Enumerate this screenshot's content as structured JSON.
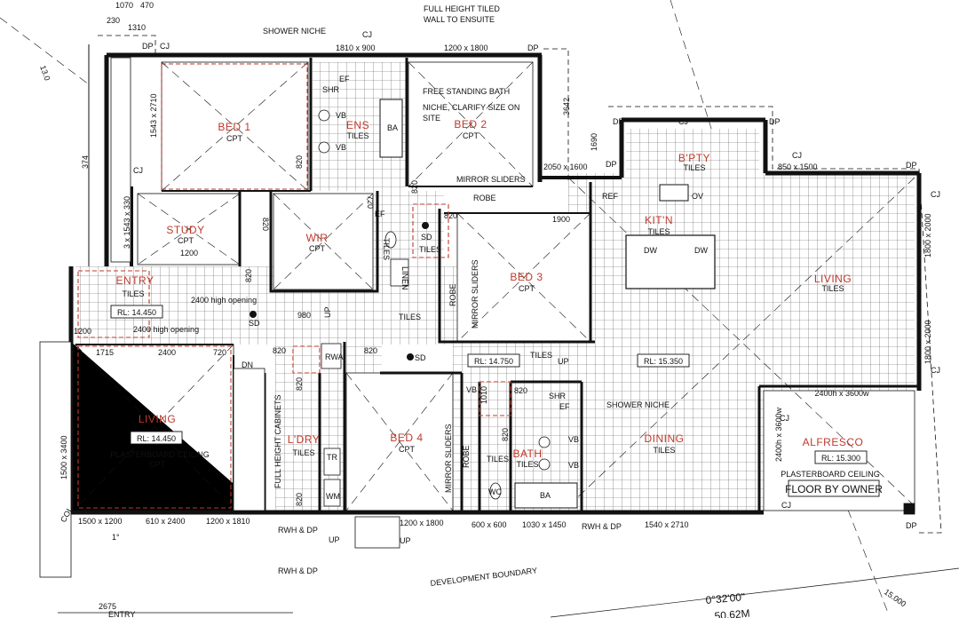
{
  "dims_top": {
    "d1070": "1070",
    "d470": "470",
    "d230": "230",
    "d1310": "1310",
    "ens_window": "1810 x 900",
    "bed2_window": "1200 x 1800",
    "d3642": "3642",
    "d1690": "1690",
    "kit_window": "2050 x 1600",
    "d1900": "1900",
    "bpty_window": "850 x 1500"
  },
  "dims_side": {
    "d13": "13.0",
    "planter_dim": "1543 x 2710",
    "d374": "374",
    "d3x1543": "3 x 1543 x 330",
    "d1200_left": "1200",
    "living_side": "1500 x 3400",
    "right_top": "1800 x 2000",
    "right_bottom": "1800 x 2000",
    "alf_side": "2400h x 3600w"
  },
  "dims_bottom": {
    "b1": "1500 x 1200",
    "b2": "610 x 2400",
    "b3": "1200 x 1810",
    "b4": "1200 x 1800",
    "b5": "600 x 600",
    "b6": "1030 x 1450",
    "b7": "1540 x 2710",
    "d2675": "2675"
  },
  "notes": {
    "shower_niche": "SHOWER NICHE",
    "full_height_1": "FULL HEIGHT TILED",
    "full_height_2": "WALL TO ENSUITE",
    "free_bath": "FREE STANDING BATH",
    "niche1": "NICHE, CLARIFY SIZE ON",
    "niche2": "SITE",
    "mirror_sliders": "MIRROR SLIDERS",
    "robe": "ROBE",
    "dev_boundary": "DEVELOPMENT BOUNDARY",
    "bearing": "0°32'00\"",
    "lot_len": "50.62M",
    "d15": "15.000",
    "floor_by_owner": "FLOOR BY OWNER",
    "plaster_ceiling": "PLASTERBOARD CEILING",
    "opening_1": "2400 high opening",
    "opening_2": "2400 high opening",
    "alf_opening": "2400h x 3600w",
    "full_height_cab": "FULL HEIGHT CABINETS",
    "shower_niche_2": "SHOWER NICHE",
    "entry_bottom": "ENTRY"
  },
  "small": {
    "dp": "DP",
    "cj": "CJ",
    "shr": "SHR",
    "ef": "EF",
    "vb": "VB",
    "ba": "BA",
    "tiles": "TILES",
    "cpt": "CPT",
    "linen": "LINEN",
    "sd": "SD",
    "wc": "WC",
    "tr": "TR",
    "wm": "WM",
    "rwa": "RWA",
    "dn": "DN",
    "up": "UP",
    "col": "COL",
    "rwh": "RWH & DP",
    "d820": "820",
    "d980": "980",
    "d1200": "1200",
    "d720": "720",
    "d1715": "1715",
    "d2400": "2400",
    "d1010": "1010",
    "dw": "DW",
    "ov": "OV",
    "ref": "REF",
    "deg": "1°"
  },
  "rooms": {
    "bed1": "BED 1",
    "ens": "ENS",
    "bed2": "BED 2",
    "study": "STUDY",
    "wir": "WIR",
    "entry": "ENTRY",
    "bed3": "BED 3",
    "bpty": "B'PTY",
    "kitn": "KIT'N",
    "living_r": "LIVING",
    "living_l": "LIVING",
    "ldry": "L'DRY",
    "bed4": "BED 4",
    "bath": "BATH",
    "dining": "DINING",
    "alfresco": "ALFRESCO"
  },
  "levels": {
    "entry_rl": "RL: 14.450",
    "living_rl": "RL: 14.450",
    "hall_rl": "RL: 14.750",
    "main_rl": "RL: 15.350",
    "alf_rl": "RL: 15.300"
  }
}
